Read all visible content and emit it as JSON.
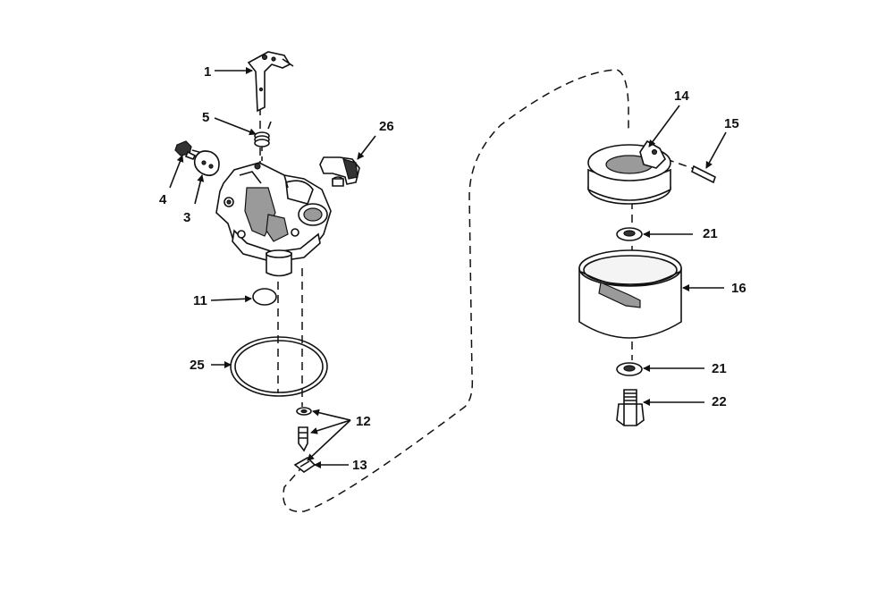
{
  "callouts": {
    "c1": "1",
    "c3": "3",
    "c4": "4",
    "c5": "5",
    "c11": "11",
    "c12": "12",
    "c13": "13",
    "c14": "14",
    "c15": "15",
    "c16": "16",
    "c21a": "21",
    "c21b": "21",
    "c22": "22",
    "c25": "25",
    "c26": "26"
  }
}
